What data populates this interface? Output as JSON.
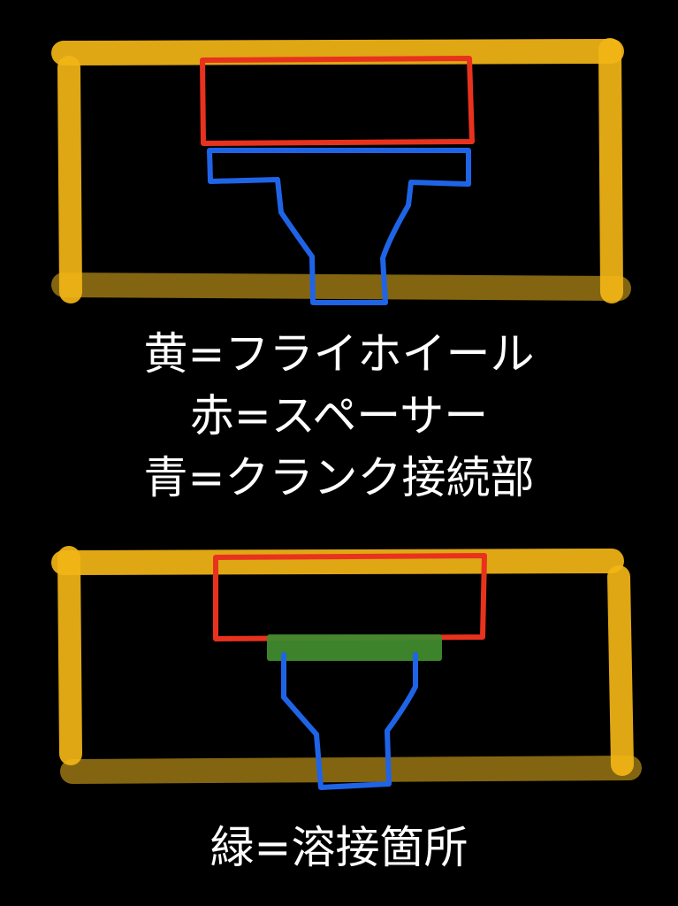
{
  "colors": {
    "background": "#000000",
    "flywheel": "#f2b516",
    "flywheel_dim": "#8a6a12",
    "spacer": "#e8321e",
    "crank_connection": "#1f64e6",
    "weld": "#3f8a2e",
    "text": "#ffffff"
  },
  "legend": {
    "yellow": "黄=フライホイール",
    "red": "赤=スペーサー",
    "blue": "青=クランク接続部"
  },
  "legend_bottom": {
    "green": "緑=溶接箇所"
  }
}
